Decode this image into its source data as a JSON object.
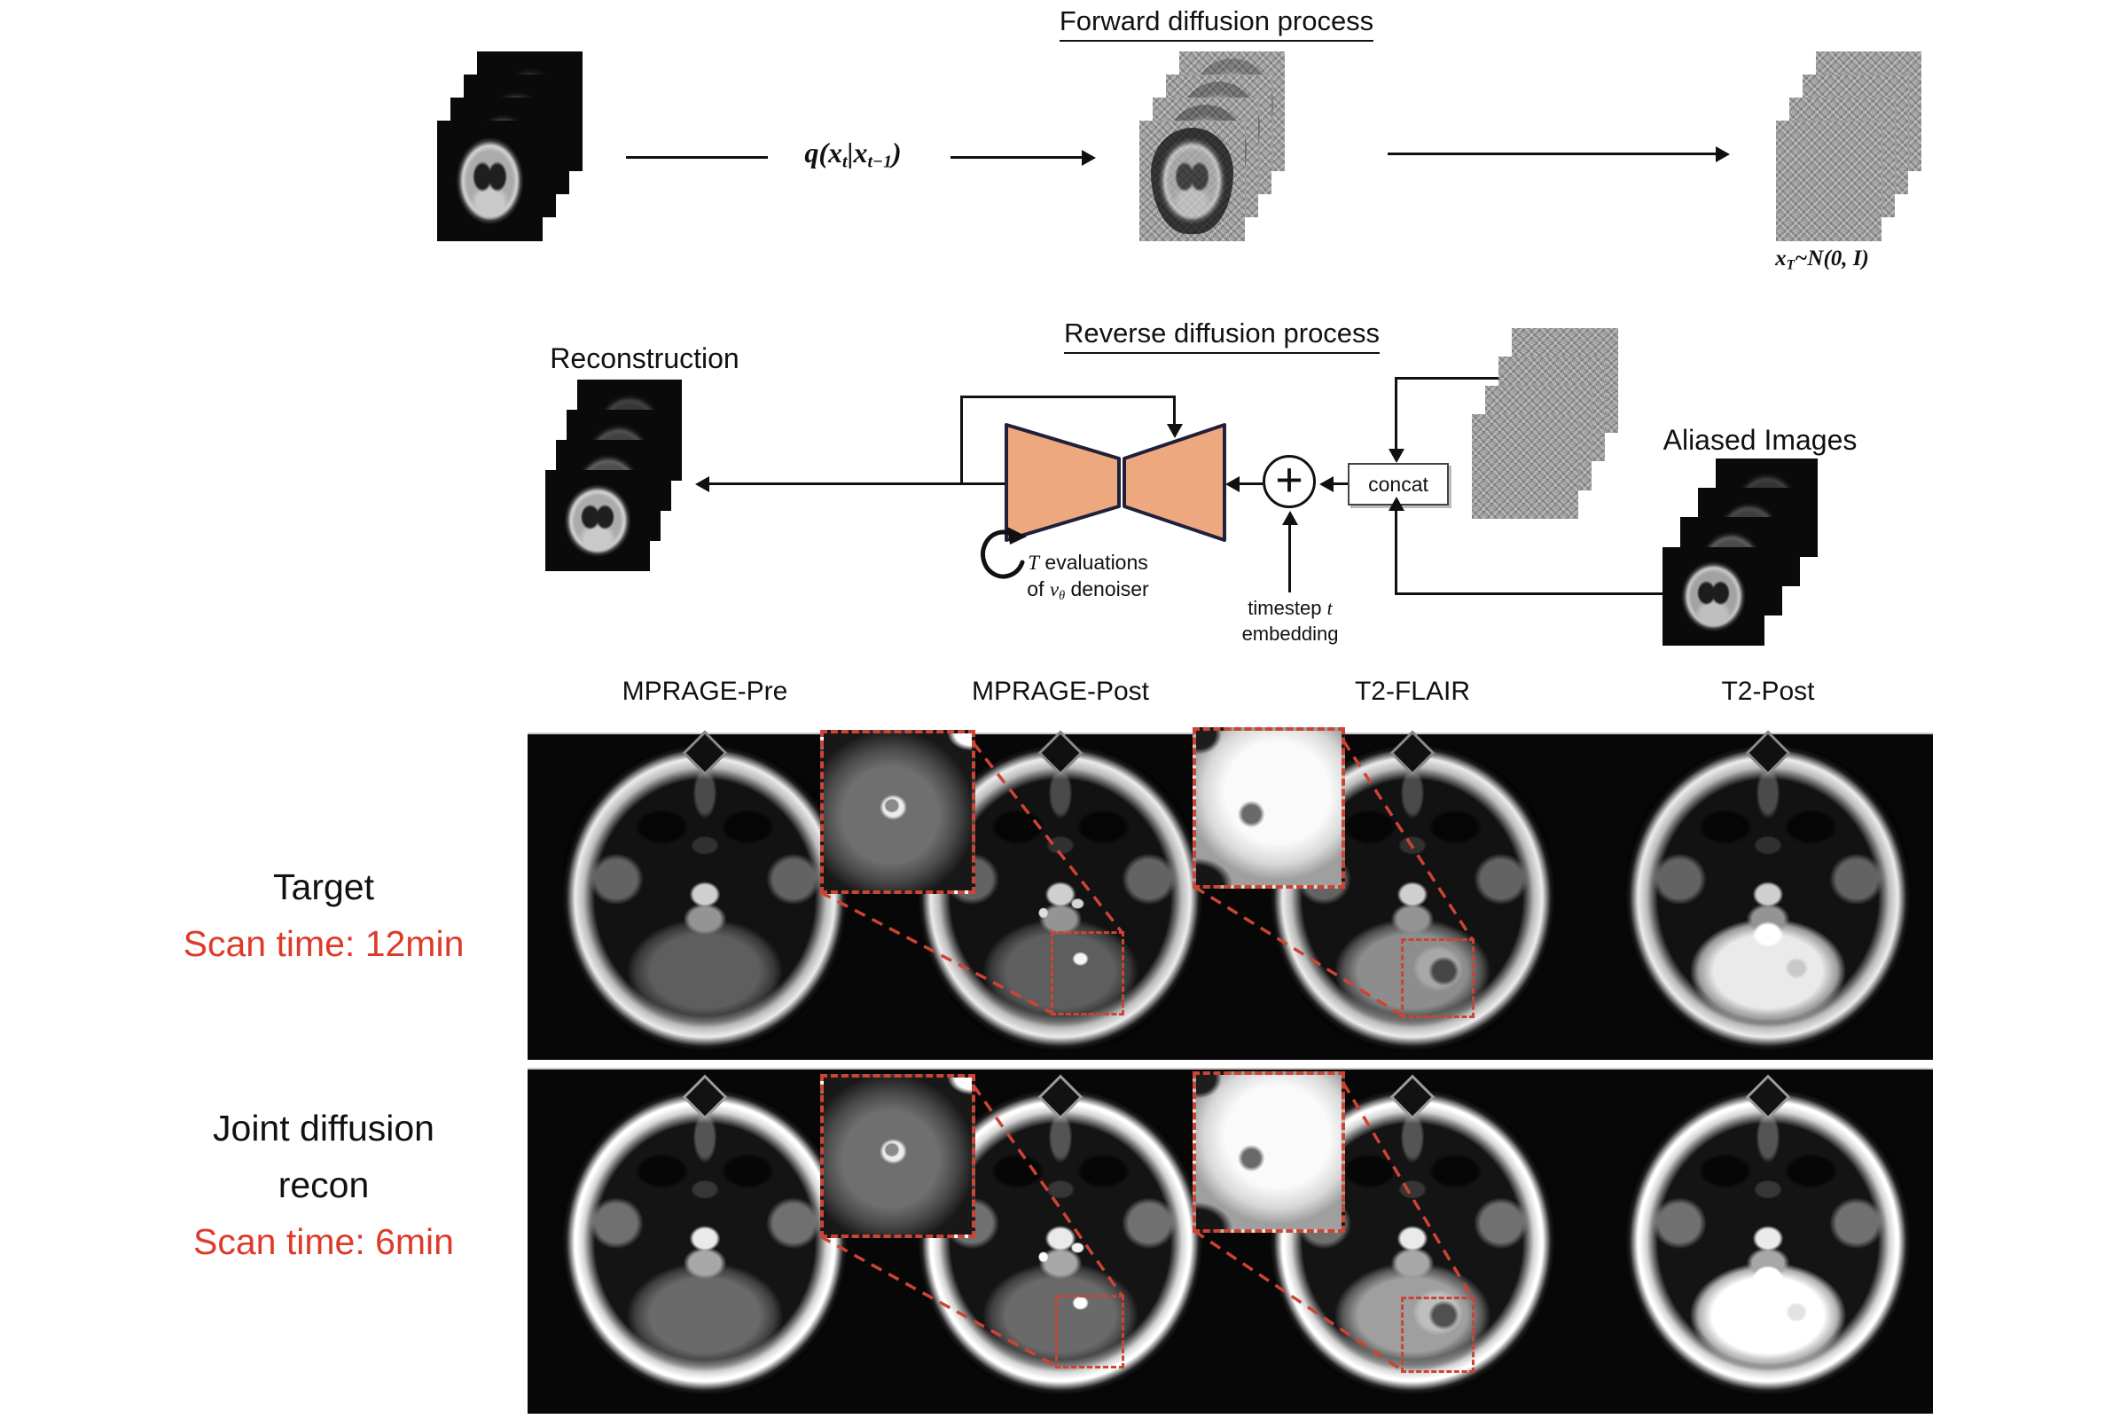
{
  "forward": {
    "title": "Forward diffusion process",
    "formula": {
      "pre": "q(x",
      "sub1": "t",
      "mid": "|x",
      "sub2": "t−1",
      "post": ")"
    },
    "noise_label": {
      "x": "x",
      "sub": "T",
      "tilde": "~",
      "n": "N",
      "args": "(0, ",
      "i": "I",
      "close": ")"
    }
  },
  "reverse": {
    "title": "Reverse diffusion process",
    "reconstruction_label": "Reconstruction",
    "loop_caption": {
      "t": "T",
      "line1_rest": " evaluations",
      "line2_pre": "of ",
      "v": "v",
      "theta": "θ",
      "line2_rest": " denoiser"
    },
    "plus_symbol": "+",
    "concat_label": "concat",
    "timestep": {
      "line1_pre": "timestep ",
      "t": "t",
      "line2": "embedding"
    },
    "aliased_label": "Aliased Images"
  },
  "comparison": {
    "column_headers": [
      "MPRAGE-Pre",
      "MPRAGE-Post",
      "T2-FLAIR",
      "T2-Post"
    ],
    "rows": [
      {
        "title_lines": [
          "Target"
        ],
        "scan_time": "Scan time: 12min"
      },
      {
        "title_lines": [
          "Joint diffusion",
          "recon"
        ],
        "scan_time": "Scan time: 6min"
      }
    ]
  },
  "colors": {
    "accent_red": "#DE3A2A",
    "dash_red": "#CC4433",
    "unet_fill": "#EDA87F",
    "unet_stroke": "#20203A"
  }
}
